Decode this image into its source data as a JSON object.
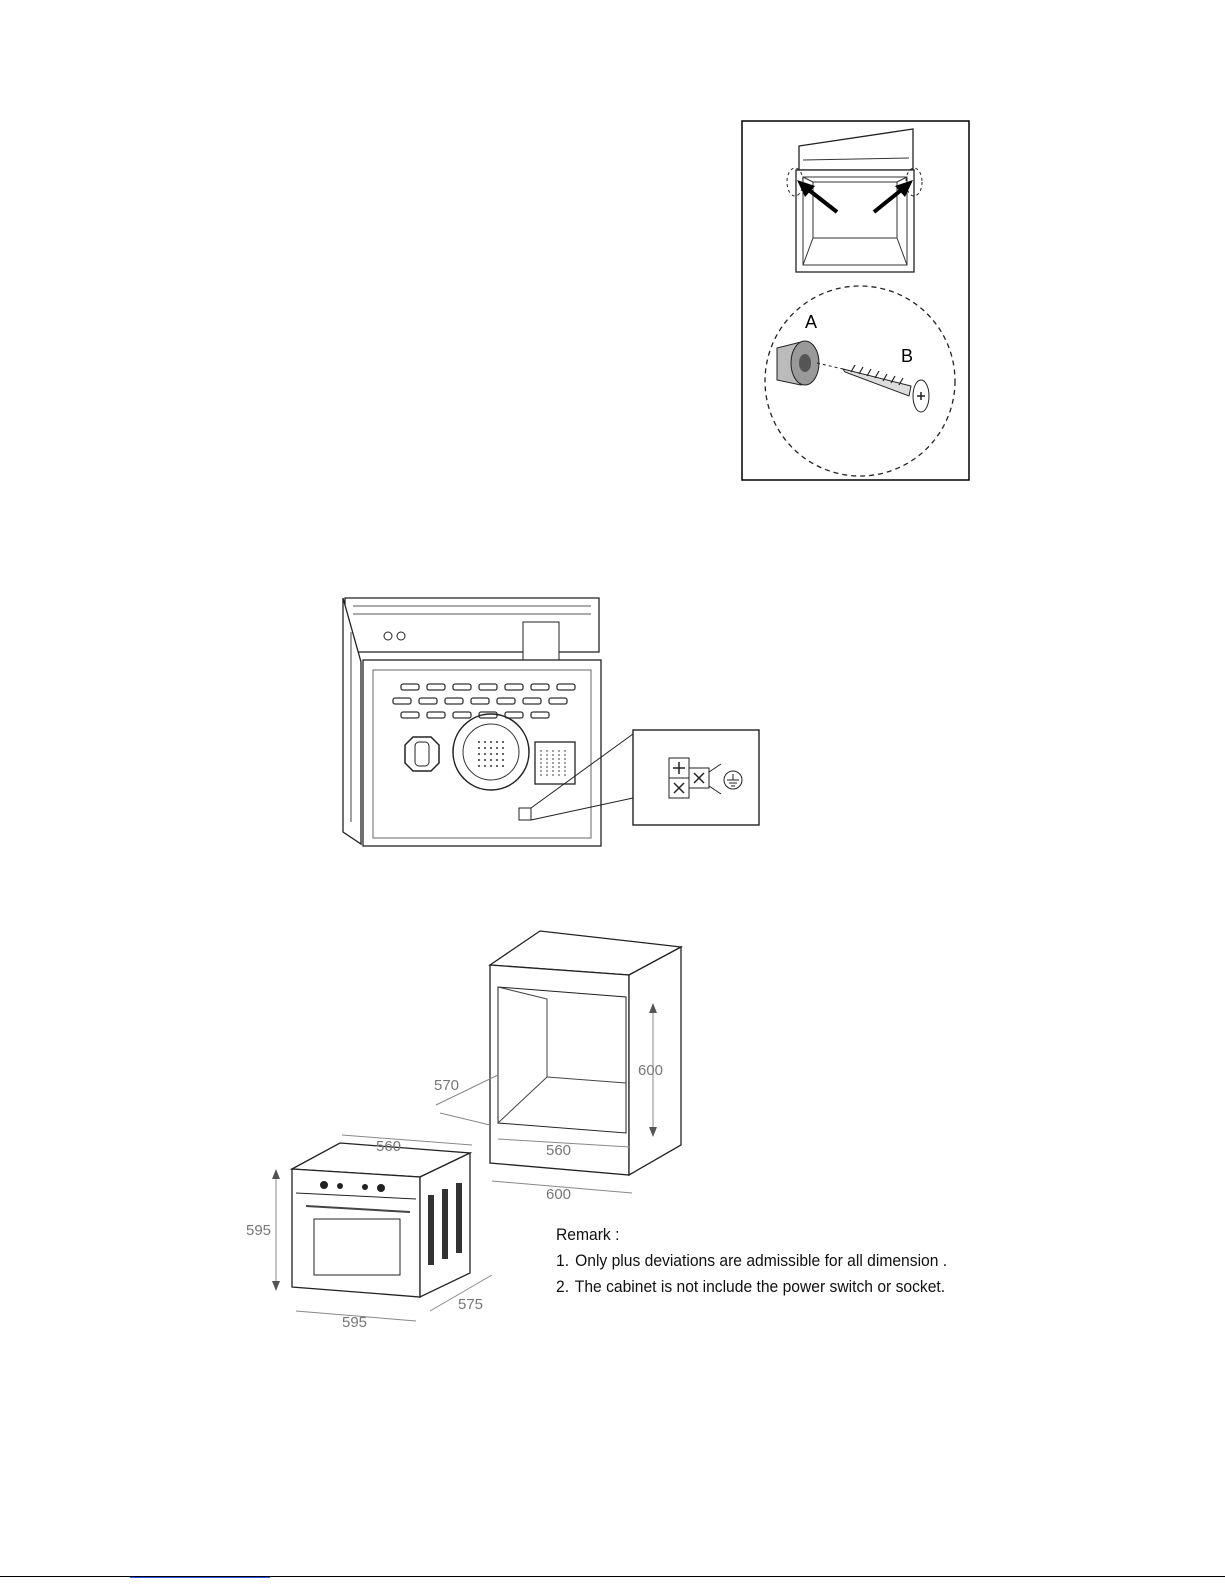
{
  "figure_1": {
    "label_a": "A",
    "label_b": "B"
  },
  "figure_3": {
    "dimensions": {
      "cabinet_height": "600",
      "cabinet_depth": "570",
      "cabinet_inner_width": "560",
      "cabinet_outer_width": "600",
      "oven_top_width": "560",
      "oven_height": "595",
      "oven_width": "595",
      "oven_depth": "575"
    },
    "remark": {
      "title": "Remark :",
      "notes": [
        {
          "num": "1.",
          "text": "Only plus deviations are admissible for all dimension ."
        },
        {
          "num": "2.",
          "text": "The cabinet is not include the power switch or socket."
        }
      ]
    }
  }
}
